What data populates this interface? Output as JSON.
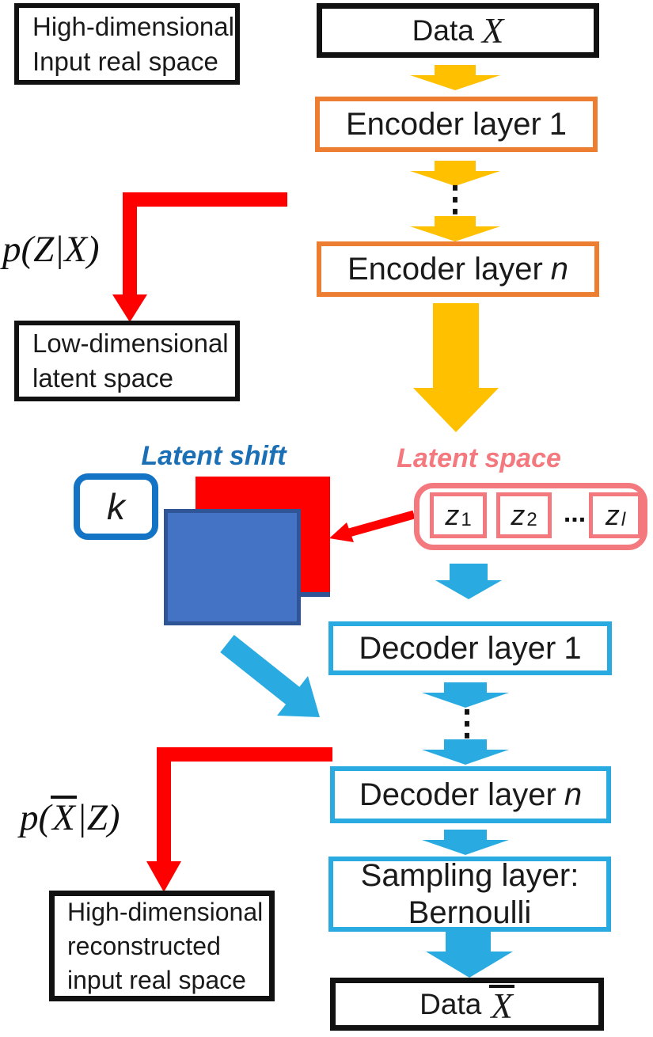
{
  "colors": {
    "black_border": "#111111",
    "orange": "#ED7D31",
    "yellow": "#FFC000",
    "cyan": "#29ABE2",
    "red": "#FF0000",
    "salmon": "#F4797F",
    "label_blue": "#1B6FB5",
    "blue_square_fill": "#4472C4",
    "blue_square_border": "#2F5597"
  },
  "boxes": {
    "input_space": {
      "line1": "High-dimensional",
      "line2": "Input real space"
    },
    "data_x": {
      "prefix": "Data",
      "symbol": "X"
    },
    "encoder_1": {
      "text": "Encoder layer",
      "suffix": "1"
    },
    "encoder_n": {
      "text": "Encoder layer",
      "suffix": "n"
    },
    "low_dim": {
      "line1": "Low-dimensional",
      "line2": "latent space"
    },
    "k": "k",
    "decoder_1": {
      "text": "Decoder layer",
      "suffix": "1"
    },
    "decoder_n": {
      "text": "Decoder layer",
      "suffix": "n"
    },
    "sampling": {
      "line1": "Sampling layer:",
      "line2": "Bernoulli"
    },
    "data_xbar": {
      "prefix": "Data",
      "symbol": "X"
    },
    "recon": {
      "line1": "High-dimensional",
      "line2": "reconstructed",
      "line3": "input real space"
    }
  },
  "labels": {
    "p_z_x": "p(Z|X)",
    "p_xbar_z": {
      "pre": "p(",
      "sym": "X",
      "post": "|Z)"
    },
    "latent_shift": "Latent shift",
    "latent_space": "Latent space",
    "vdots": "⋮",
    "hdots": "..."
  },
  "latent_units": [
    {
      "base": "z",
      "sub": "1"
    },
    {
      "base": "z",
      "sub": "2"
    },
    {
      "base": "z",
      "sub": "l"
    }
  ]
}
